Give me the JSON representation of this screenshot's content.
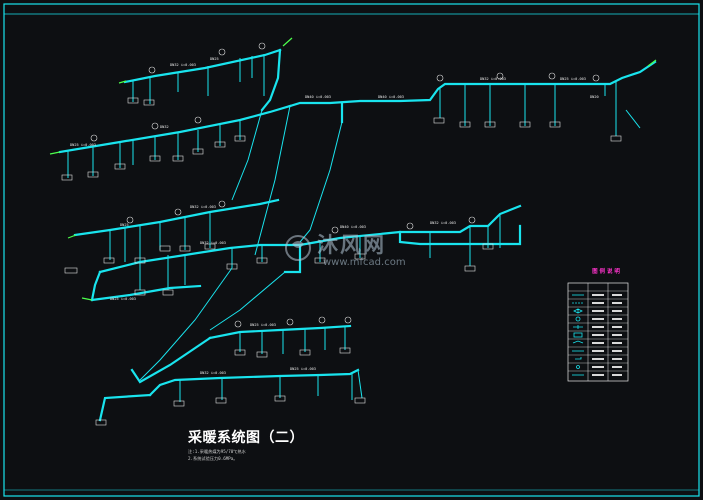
{
  "drawing": {
    "title": "采暖系统图（二）",
    "notes": [
      "注:1.采暖热媒为95/70℃热水",
      "2.系统试验压力0.6MPa。"
    ]
  },
  "watermark": {
    "cn": "沐风网",
    "en": "www.mfcad.com"
  },
  "legend": {
    "title": "图 例 说 明"
  },
  "colors": {
    "background": "#0d0f12",
    "pipe": "#19e4ee",
    "legend_title": "#ff33cc",
    "accent_green": "#4dff4d",
    "frame": "#19e4ee"
  }
}
